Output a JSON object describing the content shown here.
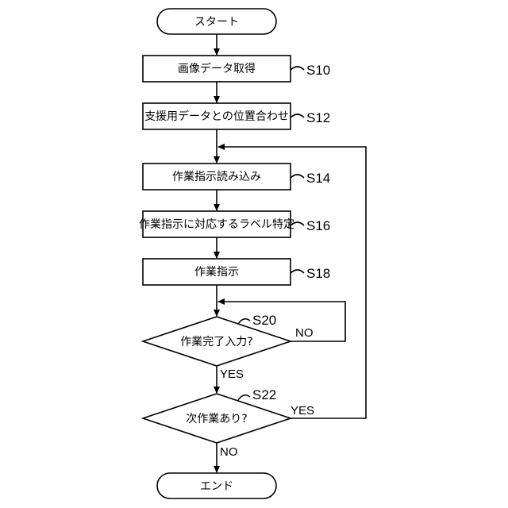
{
  "start": "スタート",
  "end": "エンド",
  "steps": [
    {
      "label": "画像データ取得",
      "id": "S10"
    },
    {
      "label": "支援用データとの位置合わせ",
      "id": "S12"
    },
    {
      "label": "作業指示読み込み",
      "id": "S14"
    },
    {
      "label": "作業指示に対応するラベル特定",
      "id": "S16"
    },
    {
      "label": "作業指示",
      "id": "S18"
    }
  ],
  "decisions": [
    {
      "label": "作業完了入力?",
      "id": "S20",
      "yes": "YES",
      "no": "NO"
    },
    {
      "label": "次作業あり?",
      "id": "S22",
      "yes": "YES",
      "no": "NO"
    }
  ]
}
